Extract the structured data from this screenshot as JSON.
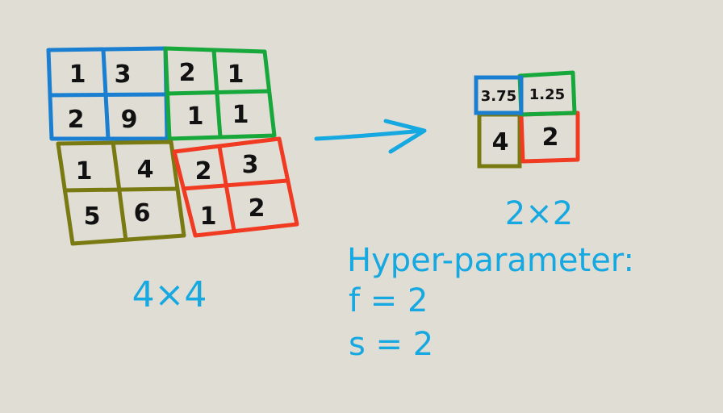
{
  "input_matrix": {
    "blue": [
      "1",
      "3",
      "2",
      "9"
    ],
    "green": [
      "2",
      "1",
      "1",
      "1"
    ],
    "olive": [
      "1",
      "4",
      "5",
      "6"
    ],
    "red": [
      "2",
      "3",
      "1",
      "2"
    ],
    "size_label": "4×4"
  },
  "output_matrix": {
    "blue": "3.75",
    "green": "1.25",
    "olive": "4",
    "red": "2",
    "size_label": "2×2"
  },
  "hyperparams": {
    "title": "Hyper-parameter:",
    "f_line": "f = 2",
    "s_line": "s = 2"
  },
  "colors": {
    "blue": "#1a7fd0",
    "green": "#16a83a",
    "olive": "#7a7a12",
    "red": "#f03a22",
    "annotation": "#16a8e0",
    "background": "#e0ddd5"
  }
}
